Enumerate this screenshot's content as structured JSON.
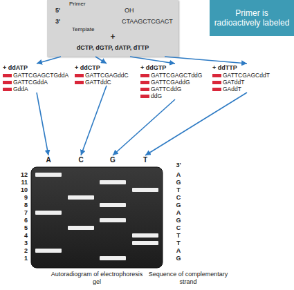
{
  "diagram": {
    "nodes": [
      {
        "text": [
          "Primer",
          "5'",
          "OH",
          "3'",
          "Template",
          "CTAAGCTCGACT",
          "+",
          "dCTP, dGTP, dATP, dTTP"
        ]
      },
      {
        "text": [
          "Primer is radioactively labeled"
        ]
      },
      {
        "text": [
          "+ ddATP",
          "GATTCGAGCTGddA",
          "GATTCGddA",
          "GddA"
        ]
      },
      {
        "text": [
          "+ ddCTP",
          "GATTCGAGddC",
          "GATTddC"
        ]
      },
      {
        "text": [
          "+ ddGTP",
          "GATTCGAGCTddG",
          "GATTCGAddG",
          "GATTCddG",
          "ddG"
        ]
      },
      {
        "text": [
          "+ ddTTP",
          "GATTCGAGCddT",
          "GATddT",
          "GAddT"
        ]
      },
      {
        "text": [
          "A"
        ]
      },
      {
        "text": [
          "C"
        ]
      },
      {
        "text": [
          "G"
        ]
      },
      {
        "text": [
          "T"
        ]
      }
    ],
    "edges": [
      {
        "from": 0,
        "to": 2,
        "arrow": "to"
      },
      {
        "from": 0,
        "to": 3,
        "arrow": "to"
      },
      {
        "from": 0,
        "to": 4,
        "arrow": "to"
      },
      {
        "from": 0,
        "to": 5,
        "arrow": "to"
      },
      {
        "from": 2,
        "to": 6,
        "arrow": "to"
      },
      {
        "from": 3,
        "to": 7,
        "arrow": "to"
      },
      {
        "from": 4,
        "to": 8,
        "arrow": "to"
      },
      {
        "from": 5,
        "to": 9,
        "arrow": "to"
      }
    ],
    "labels": [
      "12",
      "11",
      "10",
      "9",
      "8",
      "7",
      "6",
      "5",
      "4",
      "3",
      "2",
      "1",
      "3'",
      "A",
      "G",
      "T",
      "C",
      "G",
      "A",
      "G",
      "C",
      "T",
      "T",
      "A",
      "G",
      "Autoradiogram of electrophoresis gel",
      "Sequence of complementary strand"
    ]
  }
}
